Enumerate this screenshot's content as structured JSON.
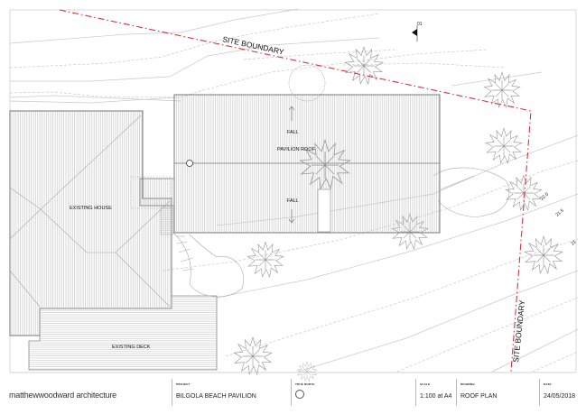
{
  "drawing": {
    "labels": {
      "site_boundary_top": "SITE BOUNDARY",
      "site_boundary_right": "SITE BOUNDARY",
      "pavilion_roof": "PAVILION ROOF",
      "fall_top": "FALL",
      "fall_bottom": "FALL",
      "existing_house": "EXISTING HOUSE",
      "existing_deck": "EXISTING DECK",
      "section_marker": "01"
    },
    "contours": [
      "22.0",
      "21.5",
      "21"
    ],
    "colors": {
      "boundary": "#e0303a",
      "linework": "#b0b0b0",
      "hatch": "#c8c8c8"
    }
  },
  "title_block": {
    "firm": "matthewwoodward architecture",
    "project_caption": "PROJECT",
    "project": "BILGOLA BEACH PAVILION",
    "north_caption": "TRUE NORTH",
    "scale_caption": "SCALE",
    "scale": "1:100 at A4",
    "drawing_caption": "DRAWING",
    "drawing": "ROOF PLAN",
    "date_caption": "DATE",
    "date": "24/05/2018"
  }
}
